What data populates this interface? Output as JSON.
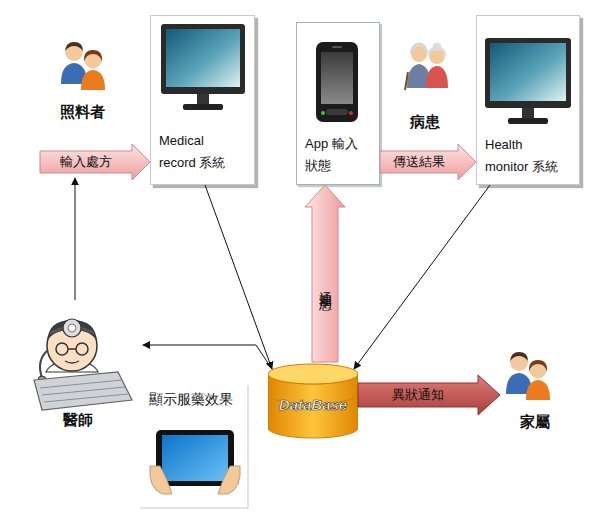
{
  "diagram": {
    "nodes": [
      {
        "text": [
          "照料者"
        ]
      },
      {
        "text": [
          "Medical record 系統"
        ]
      },
      {
        "text": [
          "App 輸入狀態"
        ]
      },
      {
        "text": [
          "病患"
        ]
      },
      {
        "text": [
          "Health monitor 系統"
        ]
      },
      {
        "text": [
          "醫師"
        ]
      },
      {
        "text": [
          "DataBase"
        ]
      },
      {
        "text": [
          "家屬"
        ]
      }
    ],
    "edges": [
      {
        "from": 0,
        "to": 1,
        "label": "輸入處方",
        "arrow": "to"
      },
      {
        "from": 2,
        "to": 4,
        "label": "傳送結果",
        "arrow": "to"
      },
      {
        "from": 1,
        "to": 6,
        "arrow": "to"
      },
      {
        "from": 4,
        "to": 6,
        "arrow": "to"
      },
      {
        "from": 6,
        "to": 2,
        "label": "通知病患",
        "arrow": "to"
      },
      {
        "from": 6,
        "to": 7,
        "label": "異狀通知",
        "arrow": "to"
      },
      {
        "from": 6,
        "to": 5,
        "label": "顯示服藥效果",
        "arrow": "to"
      },
      {
        "from": 5,
        "to": 0,
        "arrow": "to"
      }
    ]
  }
}
